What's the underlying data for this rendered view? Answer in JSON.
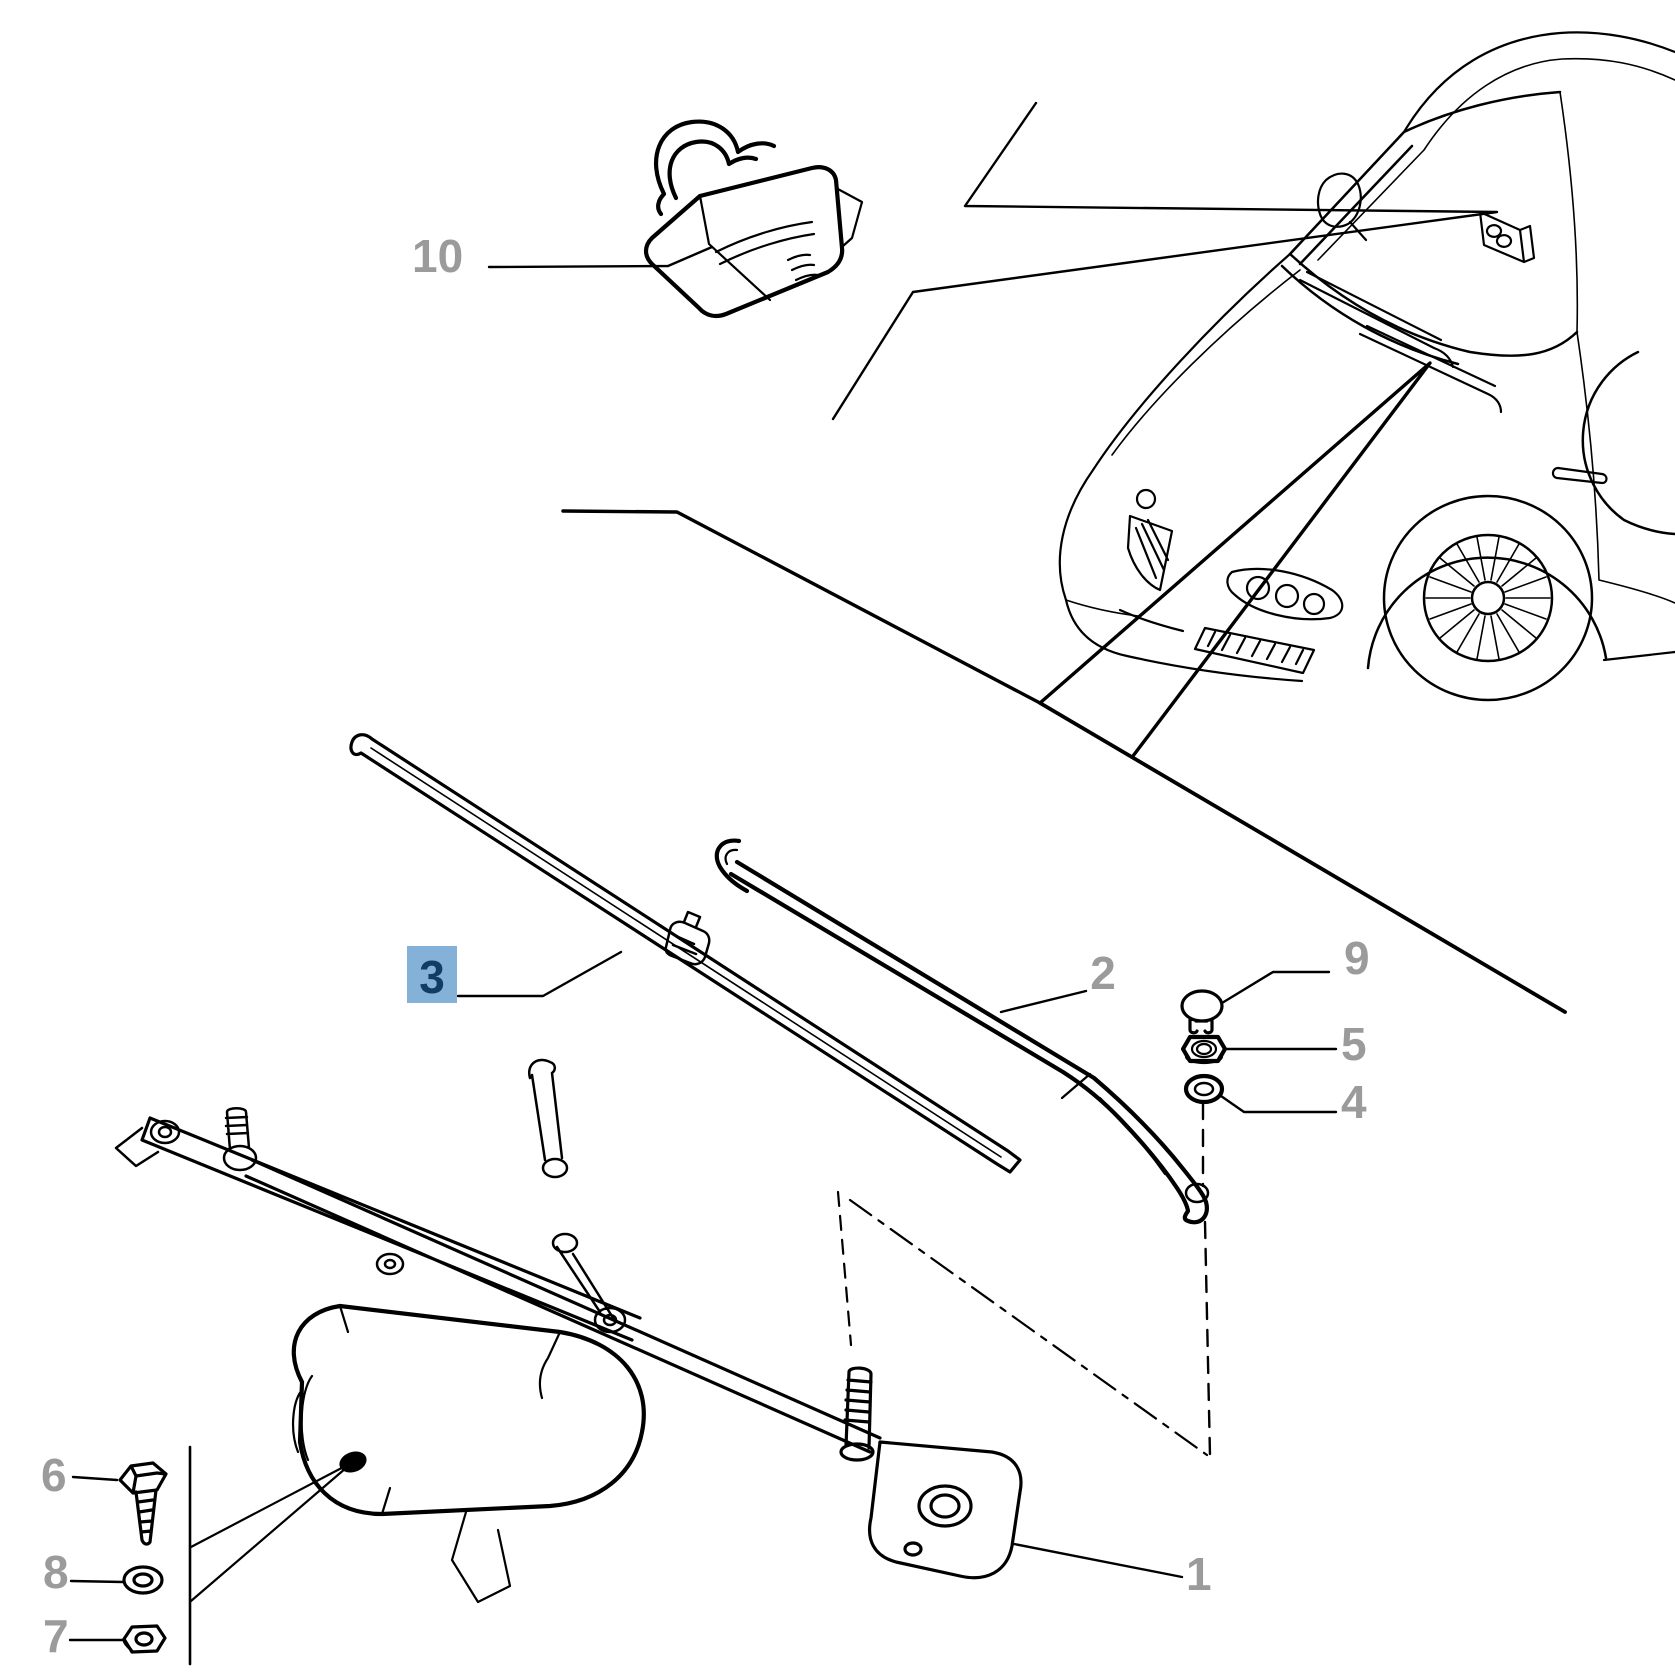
{
  "selection": {
    "highlighted_callout": "3"
  },
  "colors": {
    "background": "#ffffff",
    "line": "#000000",
    "callout_gray": "#9b9b9b",
    "highlight_bg": "#84b1d7",
    "highlight_text": "#113c63"
  },
  "callouts": {
    "c1": {
      "text": "1"
    },
    "c2": {
      "text": "2"
    },
    "c3": {
      "text": "3",
      "highlighted": true
    },
    "c4": {
      "text": "4"
    },
    "c5": {
      "text": "5"
    },
    "c6": {
      "text": "6"
    },
    "c7": {
      "text": "7"
    },
    "c8": {
      "text": "8"
    },
    "c9": {
      "text": "9"
    },
    "c10": {
      "text": "10"
    }
  }
}
